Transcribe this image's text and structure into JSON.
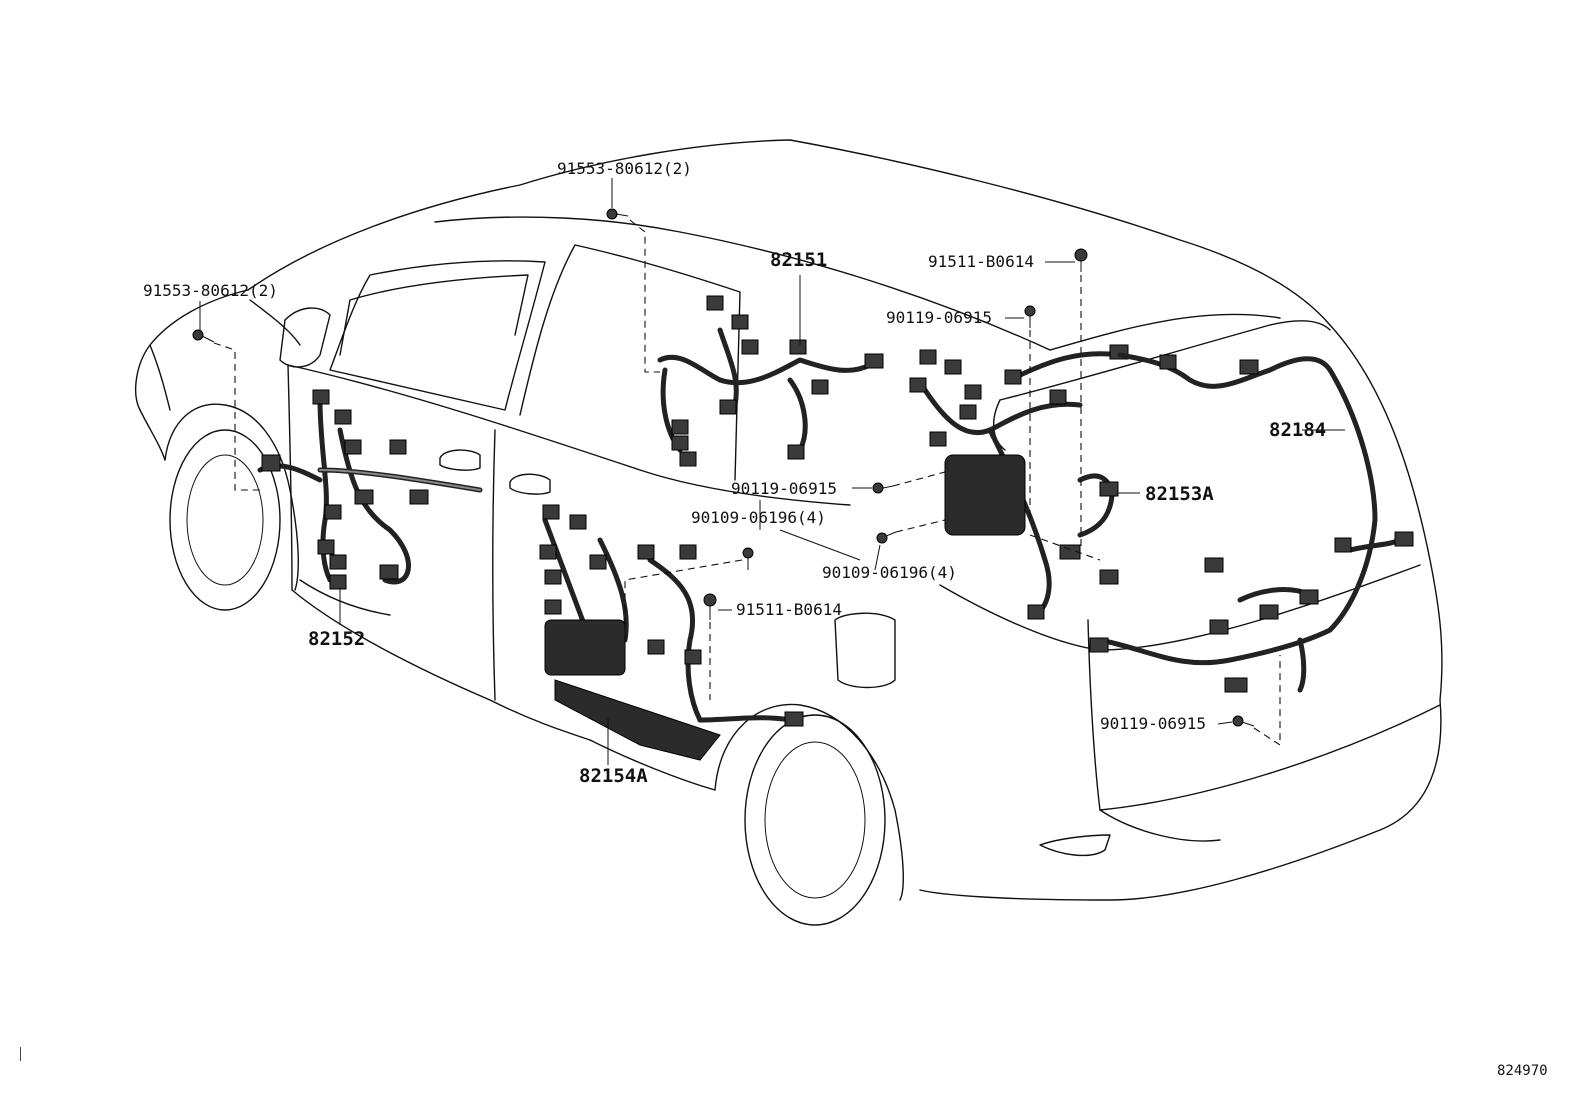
{
  "callouts": {
    "c1": "91553-80612(2)",
    "c2": "91553-80612(2)",
    "c3": "82151",
    "c4": "91511-B0614",
    "c5": "90119-06915",
    "c6": "82184",
    "c7": "90119-06915",
    "c8": "82153A",
    "c9": "90109-06196(4)",
    "c10": "90109-06196(4)",
    "c11": "91511-B0614",
    "c12": "82152",
    "c13": "82154A",
    "c14": "90119-06915"
  },
  "figure_number": "824970"
}
